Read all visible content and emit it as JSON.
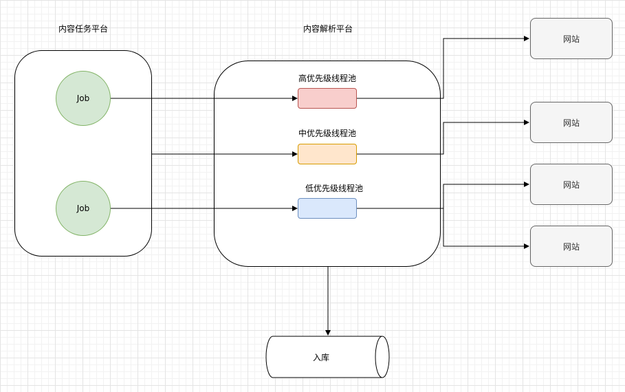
{
  "platforms": {
    "task_title": "内容任务平台",
    "parse_title": "内容解析平台"
  },
  "jobs": [
    {
      "label": "Job"
    },
    {
      "label": "Job"
    }
  ],
  "pools": {
    "high": "高优先级线程池",
    "mid": "中优先级线程池",
    "low": "低优先级线程池"
  },
  "sites": [
    {
      "label": "网站"
    },
    {
      "label": "网站"
    },
    {
      "label": "网站"
    },
    {
      "label": "网站"
    }
  ],
  "storage": {
    "label": "入库"
  },
  "colors": {
    "job_fill": "#d5e8d4",
    "high_fill": "#f8cecc",
    "mid_fill": "#ffe6cc",
    "low_fill": "#dae8fc",
    "site_fill": "#f5f5f5"
  }
}
